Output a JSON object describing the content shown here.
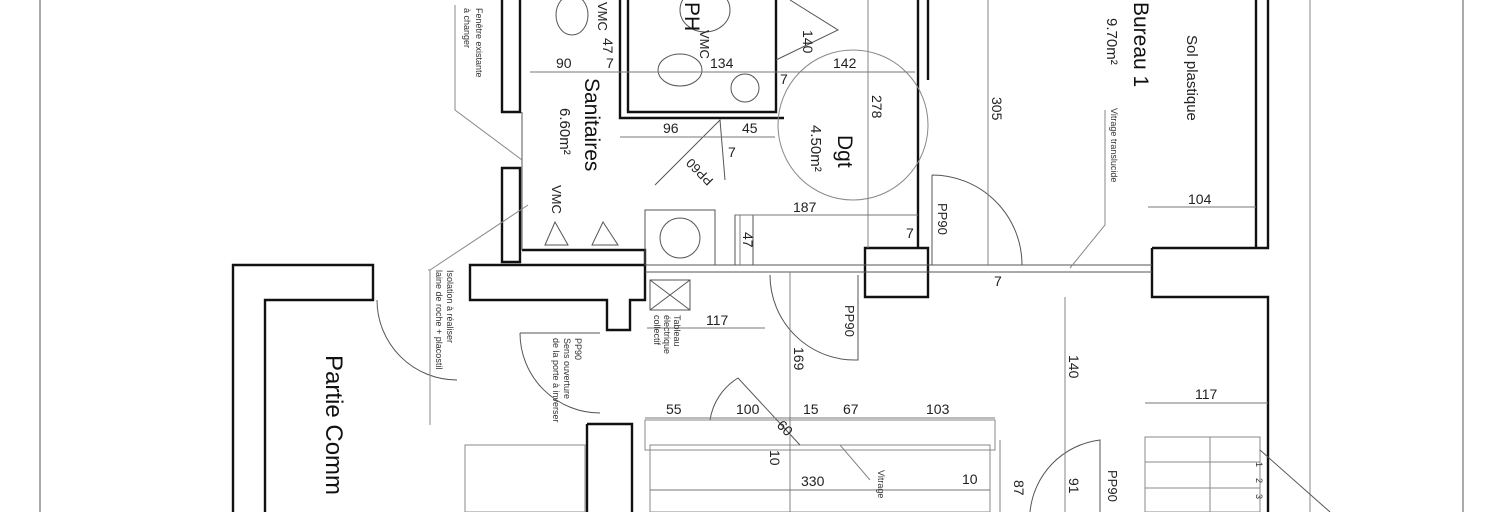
{
  "rooms": {
    "sanitaires": {
      "name": "Sanitaires",
      "area": "6.60m²"
    },
    "dgt": {
      "name": "Dgt",
      "area": "4.50m²"
    },
    "bureau": {
      "name": "Bureau 1",
      "area": "9.70m²",
      "floor": "Sol plastique"
    },
    "partie_commune": {
      "name": "Partie Comm"
    }
  },
  "notes": {
    "fenetre_1": "Fenêtre existante",
    "fenetre_2": "à changer",
    "vitrage_translucide": "Vitrage translucide",
    "isolation_1": "Isolation à réaliser",
    "isolation_2": "laine de roche + placostil",
    "pp90_sens_1": "PP90",
    "pp90_sens_2": "Sens ouverture",
    "pp90_sens_3": "de la porte à inverser",
    "tableau_1": "Tableau",
    "tableau_2": "électrique",
    "tableau_3": "collectif",
    "vitrage": "Vitrage"
  },
  "labels": {
    "vmc_1": "VMC",
    "vmc_2": "VMC",
    "vmc_3": "VMC",
    "ph": "PH",
    "pp60": "PP60",
    "pp90_bureau": "PP90",
    "pp90_dgt": "PP90",
    "pp90_bottom": "PP90",
    "pp60_bottom": "60"
  },
  "dimensions": {
    "d90": "90",
    "d7a": "7",
    "d134": "134",
    "d142": "142",
    "d140a": "140",
    "d47a": "47",
    "d96": "96",
    "d45": "45",
    "d7b": "7",
    "d7c": "7",
    "d278": "278",
    "d305": "305",
    "d187": "187",
    "d47b": "47",
    "d7d": "7",
    "d104": "104",
    "d7e": "7",
    "d117a": "117",
    "d169": "169",
    "d140b": "140",
    "d117b": "117",
    "d55": "55",
    "d100": "100",
    "d15": "15",
    "d67": "67",
    "d103": "103",
    "d10a": "10",
    "d330": "330",
    "d10b": "10",
    "d87": "87",
    "d91": "91",
    "d1": "1",
    "d2": "2",
    "d3": "3"
  }
}
